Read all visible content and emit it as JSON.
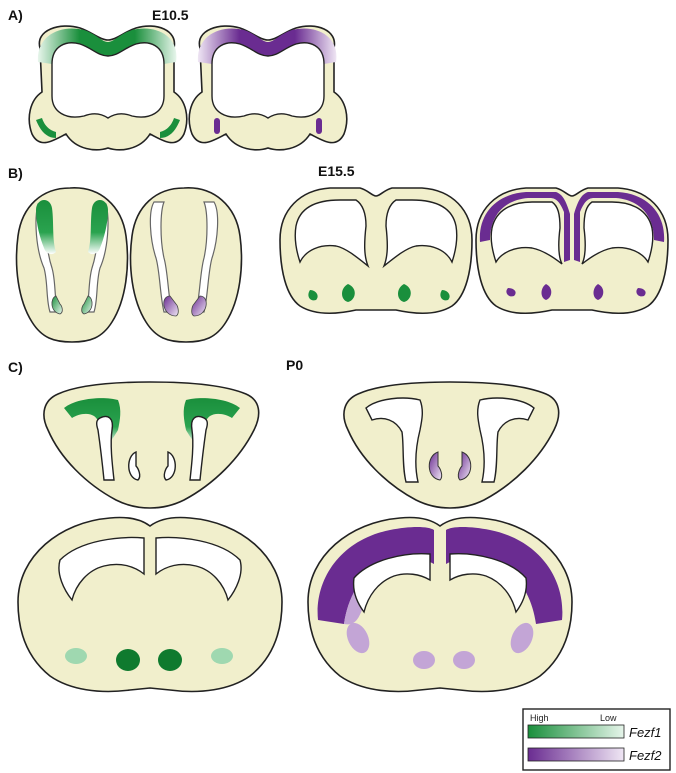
{
  "panels": {
    "a": {
      "label": "A)",
      "stage": "E10.5"
    },
    "b": {
      "label": "B)",
      "stage": "E15.5"
    },
    "c": {
      "label": "C)",
      "stage": "P0"
    }
  },
  "legend": {
    "high_label": "High",
    "low_label": "Low",
    "genes": [
      {
        "name": "Fezf1",
        "color": "#1a8f3c"
      },
      {
        "name": "Fezf2",
        "color": "#6a2c91"
      }
    ]
  },
  "colors": {
    "tissue": "#f1efcc",
    "fezf1": "#1a8f3c",
    "fezf1_light": "#9fd8b0",
    "fezf2": "#6a2c91",
    "fezf2_light": "#c3a5d6"
  }
}
